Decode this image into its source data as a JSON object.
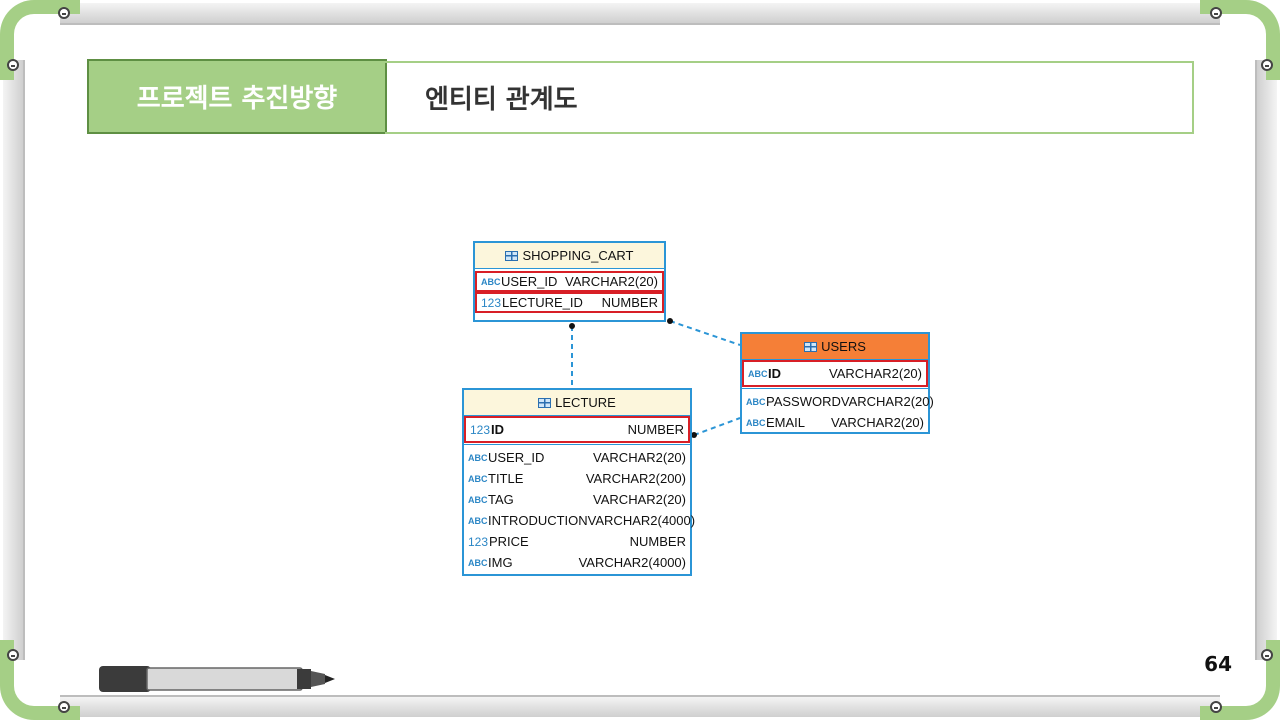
{
  "header": {
    "section_label": "프로젝트 추진방향",
    "page_title": "엔티티 관계도"
  },
  "page_number": "64",
  "tables": {
    "shopping_cart": {
      "name": "SHOPPING_CART",
      "columns": [
        {
          "icon": "ABC",
          "name": "USER_ID",
          "type": "VARCHAR2(20)"
        },
        {
          "icon": "123",
          "name": "LECTURE_ID",
          "type": "NUMBER"
        }
      ]
    },
    "users": {
      "name": "USERS",
      "columns": [
        {
          "icon": "ABC",
          "name": "ID",
          "type": "VARCHAR2(20)"
        },
        {
          "icon": "ABC",
          "name": "PASSWORD",
          "type": "VARCHAR2(20)"
        },
        {
          "icon": "ABC",
          "name": "EMAIL",
          "type": "VARCHAR2(20)"
        }
      ]
    },
    "lecture": {
      "name": "LECTURE",
      "columns": [
        {
          "icon": "123",
          "name": "ID",
          "type": "NUMBER"
        },
        {
          "icon": "ABC",
          "name": "USER_ID",
          "type": "VARCHAR2(20)"
        },
        {
          "icon": "ABC",
          "name": "TITLE",
          "type": "VARCHAR2(200)"
        },
        {
          "icon": "ABC",
          "name": "TAG",
          "type": "VARCHAR2(20)"
        },
        {
          "icon": "ABC",
          "name": "INTRODUCTION",
          "type": "VARCHAR2(4000)"
        },
        {
          "icon": "123",
          "name": "PRICE",
          "type": "NUMBER"
        },
        {
          "icon": "ABC",
          "name": "IMG",
          "type": "VARCHAR2(4000)"
        }
      ]
    }
  },
  "colors": {
    "accent_green": "#a5cf86",
    "table_border": "#2b95d6",
    "key_highlight": "#d81f26",
    "users_header": "#f57f37",
    "header_fill": "#fcf6dc"
  },
  "icons": [
    "table-icon",
    "text-type-icon",
    "number-type-icon",
    "marker-icon",
    "screw-icon"
  ]
}
